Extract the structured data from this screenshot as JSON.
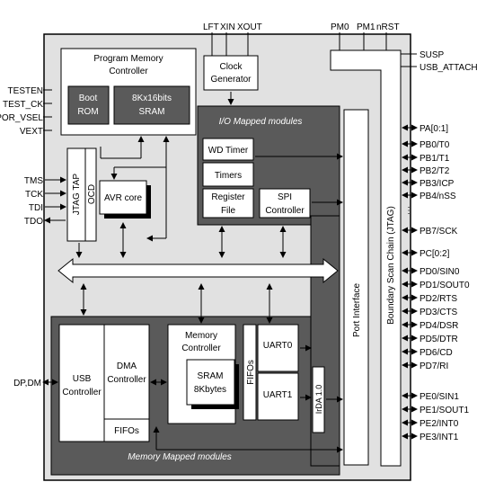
{
  "top_pins": {
    "lft": "LFT",
    "xin": "XIN",
    "xout": "XOUT",
    "pm0": "PM0",
    "pm1": "PM1",
    "nrst": "nRST"
  },
  "left_pins": {
    "testen": "TESTEN",
    "test_ck": "TEST_CK",
    "por_vsel": "POR_VSEL",
    "vext": "VEXT",
    "tms": "TMS",
    "tck": "TCK",
    "tdi": "TDI",
    "tdo": "TDO",
    "dp_dm": "DP,DM"
  },
  "right_pins": {
    "susp": "SUSP",
    "usb_attach": "USB_ATTACH",
    "pa": "PA[0:1]",
    "pb0": "PB0/T0",
    "pb1": "PB1/T1",
    "pb2": "PB2/T2",
    "pb3": "PB3/ICP",
    "pb4": "PB4/nSS",
    "pb7": "PB7/SCK",
    "pc": "PC[0:2]",
    "pd0": "PD0/SIN0",
    "pd1": "PD1/SOUT0",
    "pd2": "PD2/RTS",
    "pd3": "PD3/CTS",
    "pd4": "PD4/DSR",
    "pd5": "PD5/DTR",
    "pd6": "PD6/CD",
    "pd7": "PD7/RI",
    "pe0": "PE0/SIN1",
    "pe1": "PE1/SOUT1",
    "pe2": "PE2/INT0",
    "pe3": "PE3/INT1"
  },
  "blocks": {
    "pmc_line1": "Program Memory",
    "pmc_line2": "Controller",
    "boot_line1": "Boot",
    "boot_line2": "ROM",
    "sram_line1": "8Kx16bits",
    "sram_line2": "SRAM",
    "clock_line1": "Clock",
    "clock_line2": "Generator",
    "io_title": "I/O Mapped modules",
    "wd_timer": "WD Timer",
    "timers": "Timers",
    "register_line1": "Register",
    "register_line2": "File",
    "spi_line1": "SPI",
    "spi_line2": "Controller",
    "jtag_tap": "JTAG TAP",
    "ocd": "OCD",
    "avr_core": "AVR core",
    "boundary_scan": "Boundary Scan Chain (JTAG)",
    "port_interface": "Port Interface",
    "usb_line1": "USB",
    "usb_line2": "Controller",
    "dma_line1": "DMA",
    "dma_line2": "Controller",
    "fifos_dma": "FIFOs",
    "memctl_line1": "Memory",
    "memctl_line2": "Controller",
    "sram8_line1": "SRAM",
    "sram8_line2": "8Kbytes",
    "fifos_uart": "FIFOs",
    "uart0": "UART0",
    "uart1": "UART1",
    "irda": "IrDA 1.0",
    "mem_title": "Memory Mapped modules"
  }
}
